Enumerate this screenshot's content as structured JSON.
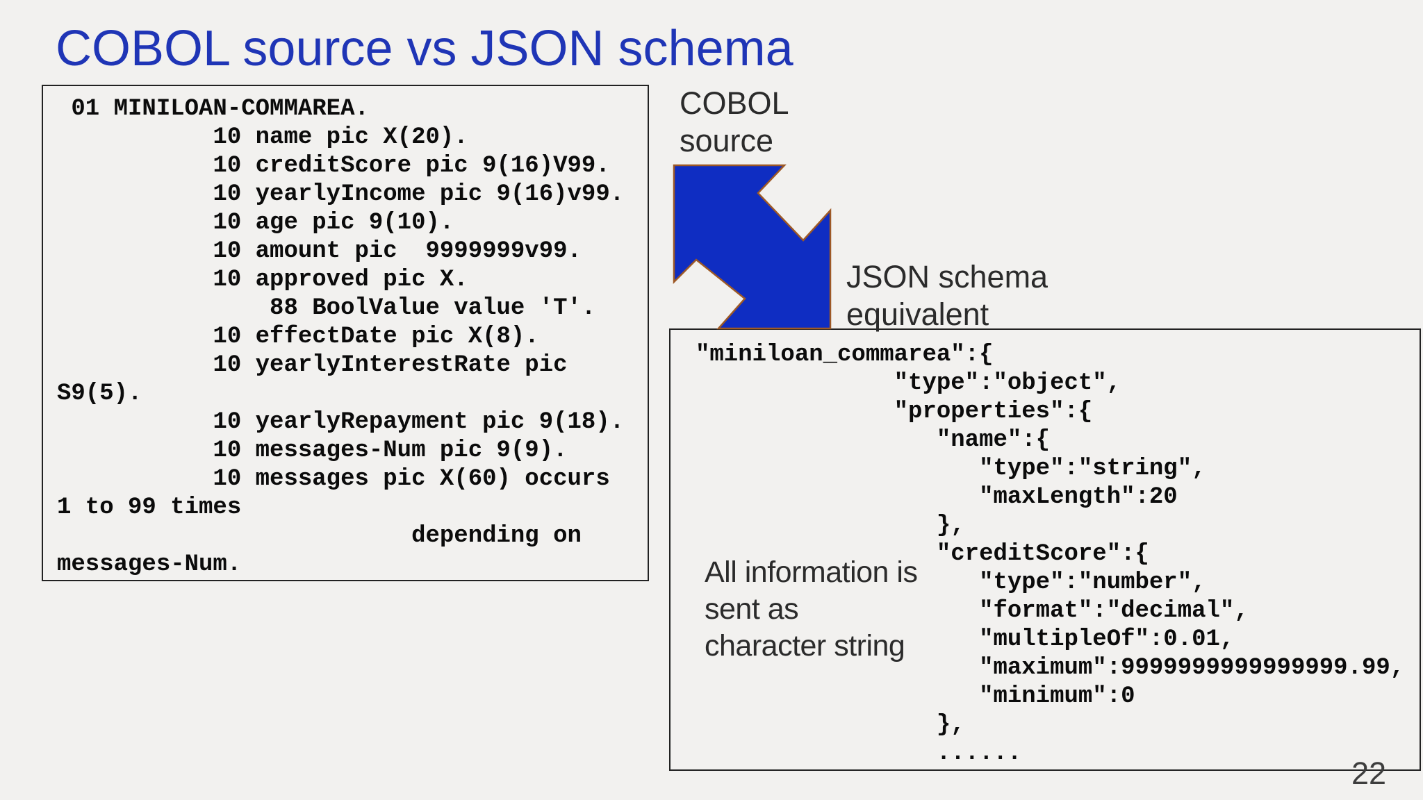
{
  "title": "COBOL source vs JSON schema",
  "cobol_panel": {
    "code": " 01 MINILOAN-COMMAREA.\n           10 name pic X(20).\n           10 creditScore pic 9(16)V99.\n           10 yearlyIncome pic 9(16)v99.\n           10 age pic 9(10).\n           10 amount pic  9999999v99.\n           10 approved pic X.\n               88 BoolValue value 'T'.\n           10 effectDate pic X(8).\n           10 yearlyInterestRate pic\nS9(5).\n           10 yearlyRepayment pic 9(18).\n           10 messages-Num pic 9(9).\n           10 messages pic X(60) occurs\n1 to 99 times\n                         depending on\nmessages-Num."
  },
  "arrow": {
    "label_source": "COBOL\nsource",
    "label_target": "JSON schema\nequivalent",
    "fill": "#0f2dc2",
    "stroke": "#9d5926"
  },
  "json_panel": {
    "code": "\"miniloan_commarea\":{\n              \"type\":\"object\",\n              \"properties\":{\n                 \"name\":{\n                    \"type\":\"string\",\n                    \"maxLength\":20\n                 },\n                 \"creditScore\":{\n                    \"type\":\"number\",\n                    \"format\":\"decimal\",\n                    \"multipleOf\":0.01,\n                    \"maximum\":9999999999999999.99,\n                    \"minimum\":0\n                 },\n                 ......",
    "annotation": "All information is\nsent as\ncharacter string"
  },
  "page_number": "22",
  "colors": {
    "background": "#f2f1ef",
    "title_blue": "#1f35b6",
    "arrow_blue": "#0f2dc2",
    "arrow_outline": "#9d5926",
    "code_text": "#0b0b0b",
    "label_text": "#2b2b2b"
  }
}
